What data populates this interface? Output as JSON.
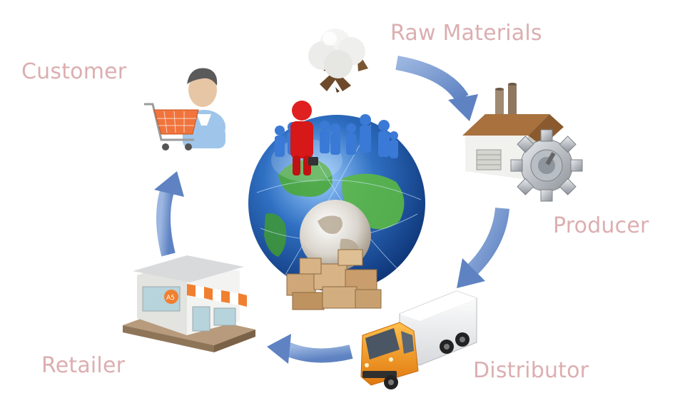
{
  "diagram": {
    "stages": [
      {
        "id": "raw",
        "label": "Raw Materials",
        "icon": "cotton-boll-icon"
      },
      {
        "id": "producer",
        "label": "Producer",
        "icon": "factory-gear-icon"
      },
      {
        "id": "distributor",
        "label": "Distributor",
        "icon": "delivery-truck-icon"
      },
      {
        "id": "retailer",
        "label": "Retailer",
        "icon": "store-icon"
      },
      {
        "id": "customer",
        "label": "Customer",
        "icon": "shopper-cart-icon"
      }
    ],
    "center": {
      "icon": "globe-people-boxes-icon"
    },
    "flow": "clockwise"
  },
  "colors": {
    "label": "#dcaeb0",
    "arrow": "#7fa0d4",
    "arrow_dark": "#5a7fbf",
    "globe_ocean": "#2f6fc2",
    "globe_land": "#4aa83a",
    "leader": "#e02020",
    "team": "#3a7ad6",
    "box": "#c9a57a",
    "truck_cab": "#f29a1f",
    "awning": "#f08030"
  }
}
